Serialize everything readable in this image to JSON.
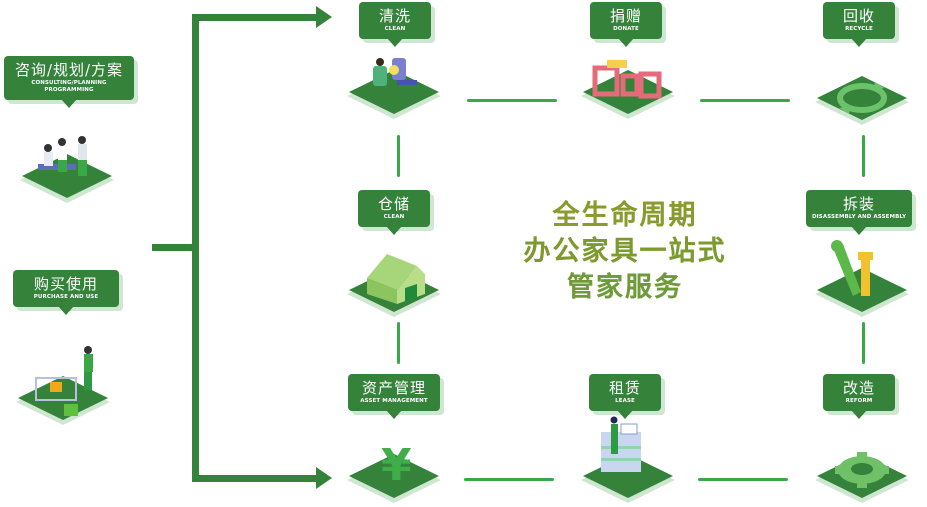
{
  "colors": {
    "label_bg": "#35823b",
    "label_shadow": "#cfe6d1",
    "connector": "#3aa846",
    "bracket": "#35823b",
    "platform_top": "#35823b",
    "platform_side": "#cfe6d1",
    "headline_start": "#9b9a2a",
    "headline_end": "#4a9a48"
  },
  "headline": {
    "line1": "全生命周期",
    "line2": "办公家具一站式",
    "line3": "管家服务"
  },
  "left_column": [
    {
      "cn": "咨询/规划/方案",
      "en_line1": "CONSULTING/PLANNING",
      "en_line2": "PROGRAMMING",
      "icon": "consulting-meeting-illustration"
    },
    {
      "cn": "购买使用",
      "en_line1": "PURCHASE AND USE",
      "icon": "shopping-cart-illustration"
    }
  ],
  "stages": {
    "clean": {
      "cn": "清洗",
      "en": "CLEAN",
      "icon": "cleaning-chair-illustration"
    },
    "donate": {
      "cn": "捐赠",
      "en": "DONATE",
      "icon": "donation-blocks-illustration"
    },
    "recycle": {
      "cn": "回收",
      "en": "RECYCLE",
      "icon": "recycle-arrows-illustration"
    },
    "storage": {
      "cn": "仓储",
      "en": "CLEAN",
      "icon": "warehouse-house-illustration"
    },
    "disassembly": {
      "cn": "拆装",
      "en": "DISASSEMBLY AND ASSEMBLY",
      "icon": "wrench-tools-illustration"
    },
    "asset": {
      "cn": "资产管理",
      "en": "ASSET MANAGEMENT",
      "icon": "yuan-symbol-illustration"
    },
    "lease": {
      "cn": "租赁",
      "en": "LEASE",
      "icon": "office-worker-desk-illustration"
    },
    "reform": {
      "cn": "改造",
      "en": "REFORM",
      "icon": "gear-illustration"
    }
  }
}
